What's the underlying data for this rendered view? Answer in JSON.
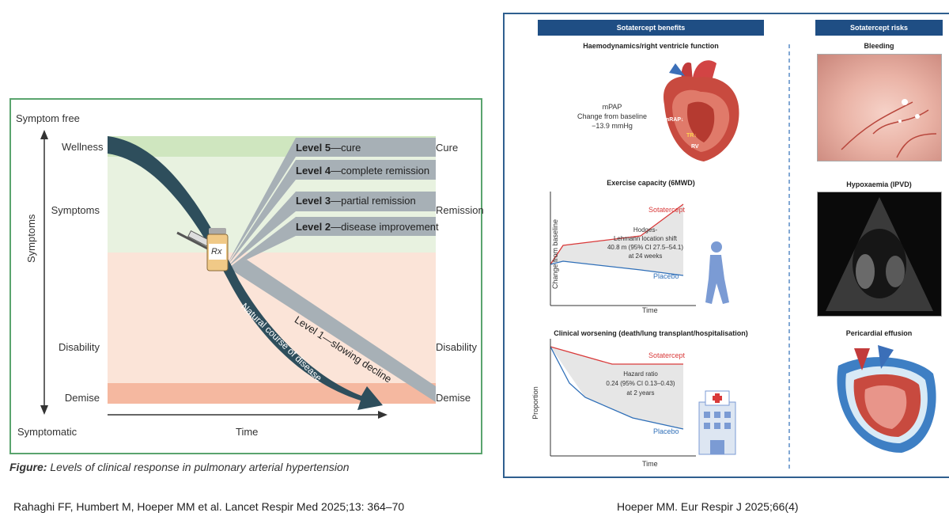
{
  "left_figure": {
    "y_top": "Symptom free",
    "y_bottom": "Symptomatic",
    "y_axis_label": "Symptoms",
    "x_axis_label": "Time",
    "left_stages": [
      "Wellness",
      "Symptoms",
      "Disability",
      "Demise"
    ],
    "right_stages": [
      "Cure",
      "Remission",
      "Disability",
      "Demise"
    ],
    "levels": [
      {
        "num": "Level 5",
        "text": "—cure"
      },
      {
        "num": "Level 4",
        "text": "—complete remission"
      },
      {
        "num": "Level 3",
        "text": "—partial remission"
      },
      {
        "num": "Level 2",
        "text": "—disease improvement"
      }
    ],
    "level1": "Level 1—slowing decline",
    "natural_course": "Natural course of disease",
    "rx": "Rx",
    "caption_bold": "Figure:",
    "caption_text": " Levels of clinical response in pulmonary arterial hypertension",
    "colors": {
      "wellness": "#cfe6bf",
      "symptoms": "#e8f2e0",
      "disability": "#fbe4d8",
      "demise": "#f5b8a0",
      "arrow": "#2e4e5c",
      "level_bar": "#a7b0b6"
    }
  },
  "right_figure": {
    "benefits_header": "Sotatercept benefits",
    "risks_header": "Sotatercept risks",
    "haemo_title": "Haemodynamics/right ventricle function",
    "mpap": "mPAP",
    "mpap_change": "Change from baseline",
    "mpap_value": "−13.9 mmHg",
    "heart_labels": [
      "mRAP↓",
      "TR↓",
      "RV"
    ],
    "exercise_title": "Exercise capacity (6MWD)",
    "exercise_ylabel": "Change from baseline",
    "exercise_xlabel": "Time",
    "exercise_sotatercept": "Sotatercept",
    "exercise_placebo": "Placebo",
    "exercise_note": [
      "Hodges-",
      "Lehmann location shift",
      "40.8 m (95% CI 27.5–54.1)",
      "at 24 weeks"
    ],
    "worsening_title": "Clinical worsening  (death/lung transplant/hospitalisation)",
    "worsening_ylabel": "Proportion",
    "worsening_xlabel": "Time",
    "worsening_sotatercept": "Sotatercept",
    "worsening_placebo": "Placebo",
    "worsening_note": [
      "Hazard ratio",
      "0.24 (95% CI 0.13–0.43)",
      "at 2 years"
    ],
    "bleeding": "Bleeding",
    "hypoxaemia": "Hypoxaemia (IPVD)",
    "pericardial": "Pericardial effusion",
    "colors": {
      "sotatercept": "#d93a3a",
      "placebo": "#2f6fb8",
      "header": "#1f4e84"
    }
  },
  "references": {
    "left": "Rahaghi FF, Humbert M, Hoeper MM et al. Lancet Respir Med 2025;13: 364–70",
    "right": "Hoeper MM. Eur Respir J 2025;66(4)"
  }
}
